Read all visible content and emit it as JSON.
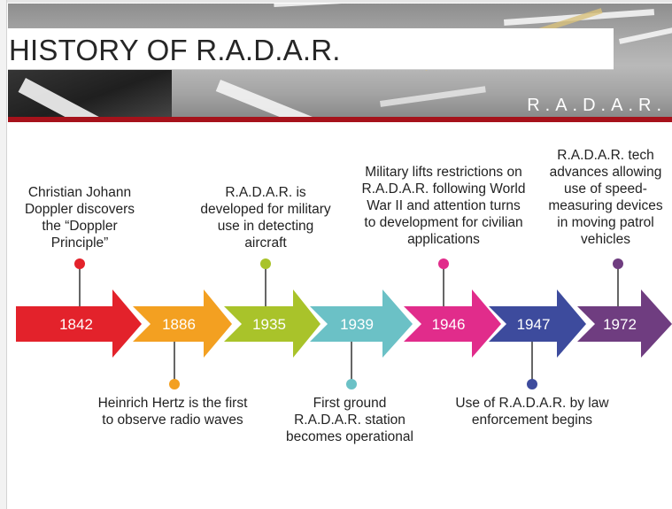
{
  "slide": {
    "title": "HISTORY OF R.A.D.A.R.",
    "banner_text": "R.A.D.A.R."
  },
  "timeline": {
    "events": [
      {
        "year": "1842",
        "color": "#e3222b",
        "position": "above",
        "text": "Christian Johann\nDoppler discovers\nthe “Doppler\nPrinciple”"
      },
      {
        "year": "1886",
        "color": "#f3a021",
        "position": "below",
        "text": "Heinrich Hertz is the first\nto observe radio waves"
      },
      {
        "year": "1935",
        "color": "#a9c32a",
        "position": "above",
        "text": "R.A.D.A.R. is\ndeveloped for military\nuse in detecting\naircraft"
      },
      {
        "year": "1939",
        "color": "#6bc1c6",
        "position": "below",
        "text": "First ground\nR.A.D.A.R. station\nbecomes operational"
      },
      {
        "year": "1946",
        "color": "#e12c8b",
        "position": "above",
        "text": "Military lifts restrictions on\nR.A.D.A.R. following World\nWar II and attention turns\nto development for civilian\napplications"
      },
      {
        "year": "1947",
        "color": "#3d4b9d",
        "position": "below",
        "text": "Use of R.A.D.A.R. by law\nenforcement begins"
      },
      {
        "year": "1972",
        "color": "#6f3d80",
        "position": "above",
        "text": "R.A.D.A.R. tech\nadvances allowing\nuse of speed-\nmeasuring devices\nin moving patrol\nvehicles"
      }
    ]
  }
}
